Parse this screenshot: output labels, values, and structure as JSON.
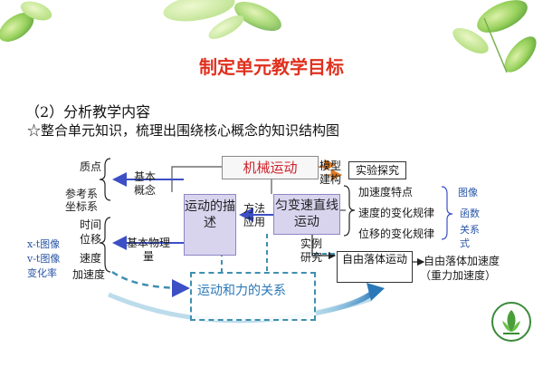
{
  "header": {
    "title": "制定单元教学目标",
    "subtitle": "（2）分析教学内容",
    "lead": "☆整合单元知识，梳理出围绕核心概念的知识结构图"
  },
  "concept_map": {
    "core": "机械运动",
    "left_top_items": [
      "质点",
      "参考系",
      "坐标系"
    ],
    "left_bottom_items": [
      "时间",
      "位移",
      "速度",
      "加速度"
    ],
    "basic_concepts": "基本概念",
    "basic_quantities": "基本物理量",
    "description_box": "运动的描述",
    "method_label": "方法应用",
    "uniform_box": "匀变速直线运动",
    "model_label": "模型建构",
    "experiment_box": "实验探究",
    "laws": [
      "加速度特点",
      "速度的变化规律",
      "位移的变化规律"
    ],
    "right_note": [
      "图像",
      "函数",
      "关系式"
    ],
    "left_note": [
      "x-t图像",
      "v-t图像",
      "变化率"
    ],
    "example_label": "实例研究",
    "free_fall_box": "自由落体运动",
    "free_fall_accel": "自由落体加速度",
    "gravity_accel": "（重力加速度）",
    "force_box": "运动和力的关系"
  },
  "colors": {
    "title_red": "#e0301e",
    "core_red": "#d0222b",
    "purple_fill": "#d8d4ee",
    "arrow_blue": "#3d4fc4",
    "arrow_orange": "#e07b24",
    "dash_teal": "#3f8fb0",
    "note_blue": "#2a56a8",
    "leaf_green": "#7cc242"
  },
  "icons": [
    "green-leaf-decoration-icon",
    "school-emblem-logo-icon"
  ]
}
